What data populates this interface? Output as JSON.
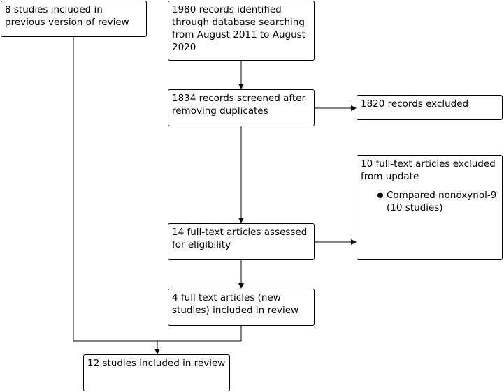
{
  "flowchart": {
    "previous_version": "8 studies included in previous version of review",
    "identified": "1980 records identified through database searching from August 2011 to August 2020",
    "screened": "1834 records screened after removing duplicates",
    "records_excluded": "1820 records excluded",
    "fulltext_excluded": {
      "heading": "10 full-text articles excluded from update",
      "reasons": [
        "Compared nonoxynol-9 (10 studies)"
      ]
    },
    "assessed": "14 full-text articles assessed for eligibility",
    "new_studies_included": "4 full text articles (new studies) included in review",
    "total_included": "12 studies included in review"
  }
}
